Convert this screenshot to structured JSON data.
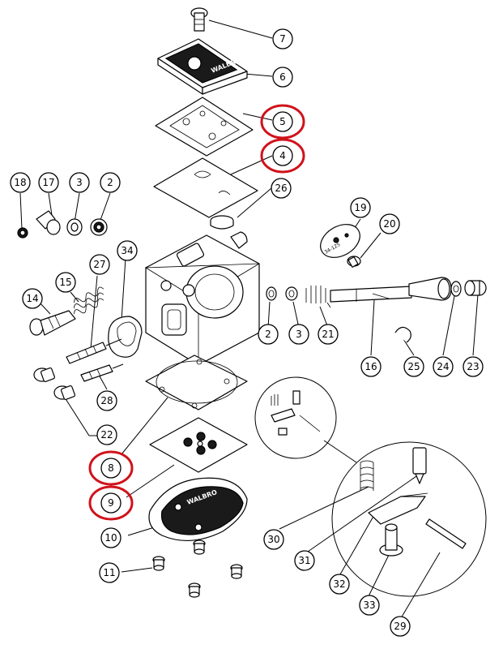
{
  "highlight_color": "#d0121b",
  "line_color": "#000000",
  "background": "#ffffff",
  "callouts": [
    {
      "label": "7"
    },
    {
      "label": "6"
    },
    {
      "label": "5"
    },
    {
      "label": "4"
    },
    {
      "label": "18"
    },
    {
      "label": "17"
    },
    {
      "label": "3"
    },
    {
      "label": "2"
    },
    {
      "label": "26"
    },
    {
      "label": "19"
    },
    {
      "label": "20"
    },
    {
      "label": "34"
    },
    {
      "label": "27"
    },
    {
      "label": "15"
    },
    {
      "label": "14"
    },
    {
      "label": "2"
    },
    {
      "label": "3"
    },
    {
      "label": "21"
    },
    {
      "label": "16"
    },
    {
      "label": "25"
    },
    {
      "label": "24"
    },
    {
      "label": "23"
    },
    {
      "label": "28"
    },
    {
      "label": "22"
    },
    {
      "label": "8"
    },
    {
      "label": "9"
    },
    {
      "label": "10"
    },
    {
      "label": "11"
    },
    {
      "label": "30"
    },
    {
      "label": "31"
    },
    {
      "label": "32"
    },
    {
      "label": "33"
    },
    {
      "label": "29"
    }
  ],
  "highlighted": [
    "5",
    "4",
    "8",
    "9"
  ],
  "part_markings": {
    "cover_logo": "WALBRO",
    "pump_disc": "34-125",
    "diaphragm_text": "WALBRO"
  },
  "icons": [
    "screw-icon",
    "cover-plate-icon",
    "gasket-icon",
    "diaphragm-icon",
    "carburetor-body-icon",
    "needle-valve-icon",
    "spring-icon",
    "washer-icon",
    "shaft-icon",
    "lever-icon",
    "detail-magnifier-icon"
  ]
}
